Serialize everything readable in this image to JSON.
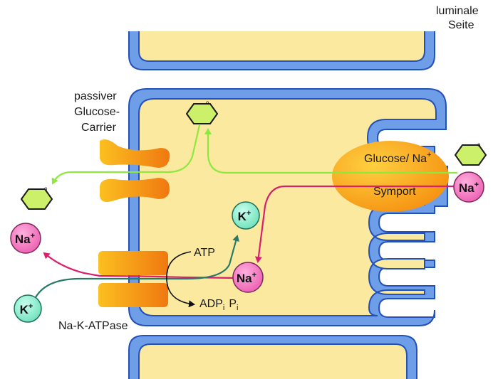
{
  "labels": {
    "lumen_line1": "luminale",
    "lumen_line2": "Seite",
    "carrier_line1": "passiver",
    "carrier_line2": "Glucose-",
    "carrier_line3": "Carrier",
    "pump_name": "Na-K-ATPase",
    "atp": "ATP",
    "adp": "ADP",
    "p": "P",
    "subscript_i": "i",
    "symport_line1": "Glucose/ Na",
    "symport_line2": "Symport",
    "plus": "+",
    "na": "Na",
    "k": "K",
    "glucose_mark": "o"
  },
  "colors": {
    "membrane": "#6f9ee8",
    "membrane_outline": "#2451b8",
    "cytoplasm": "#fbe9a0",
    "sodium": "#f26ab8",
    "potassium": "#7ee8c0",
    "glucose": "#ccf06a",
    "glucose_arrow": "#8ee840",
    "sodium_arrow": "#d8206e",
    "potassium_arrow": "#2a7a6a",
    "transporter": "#f7a020"
  }
}
